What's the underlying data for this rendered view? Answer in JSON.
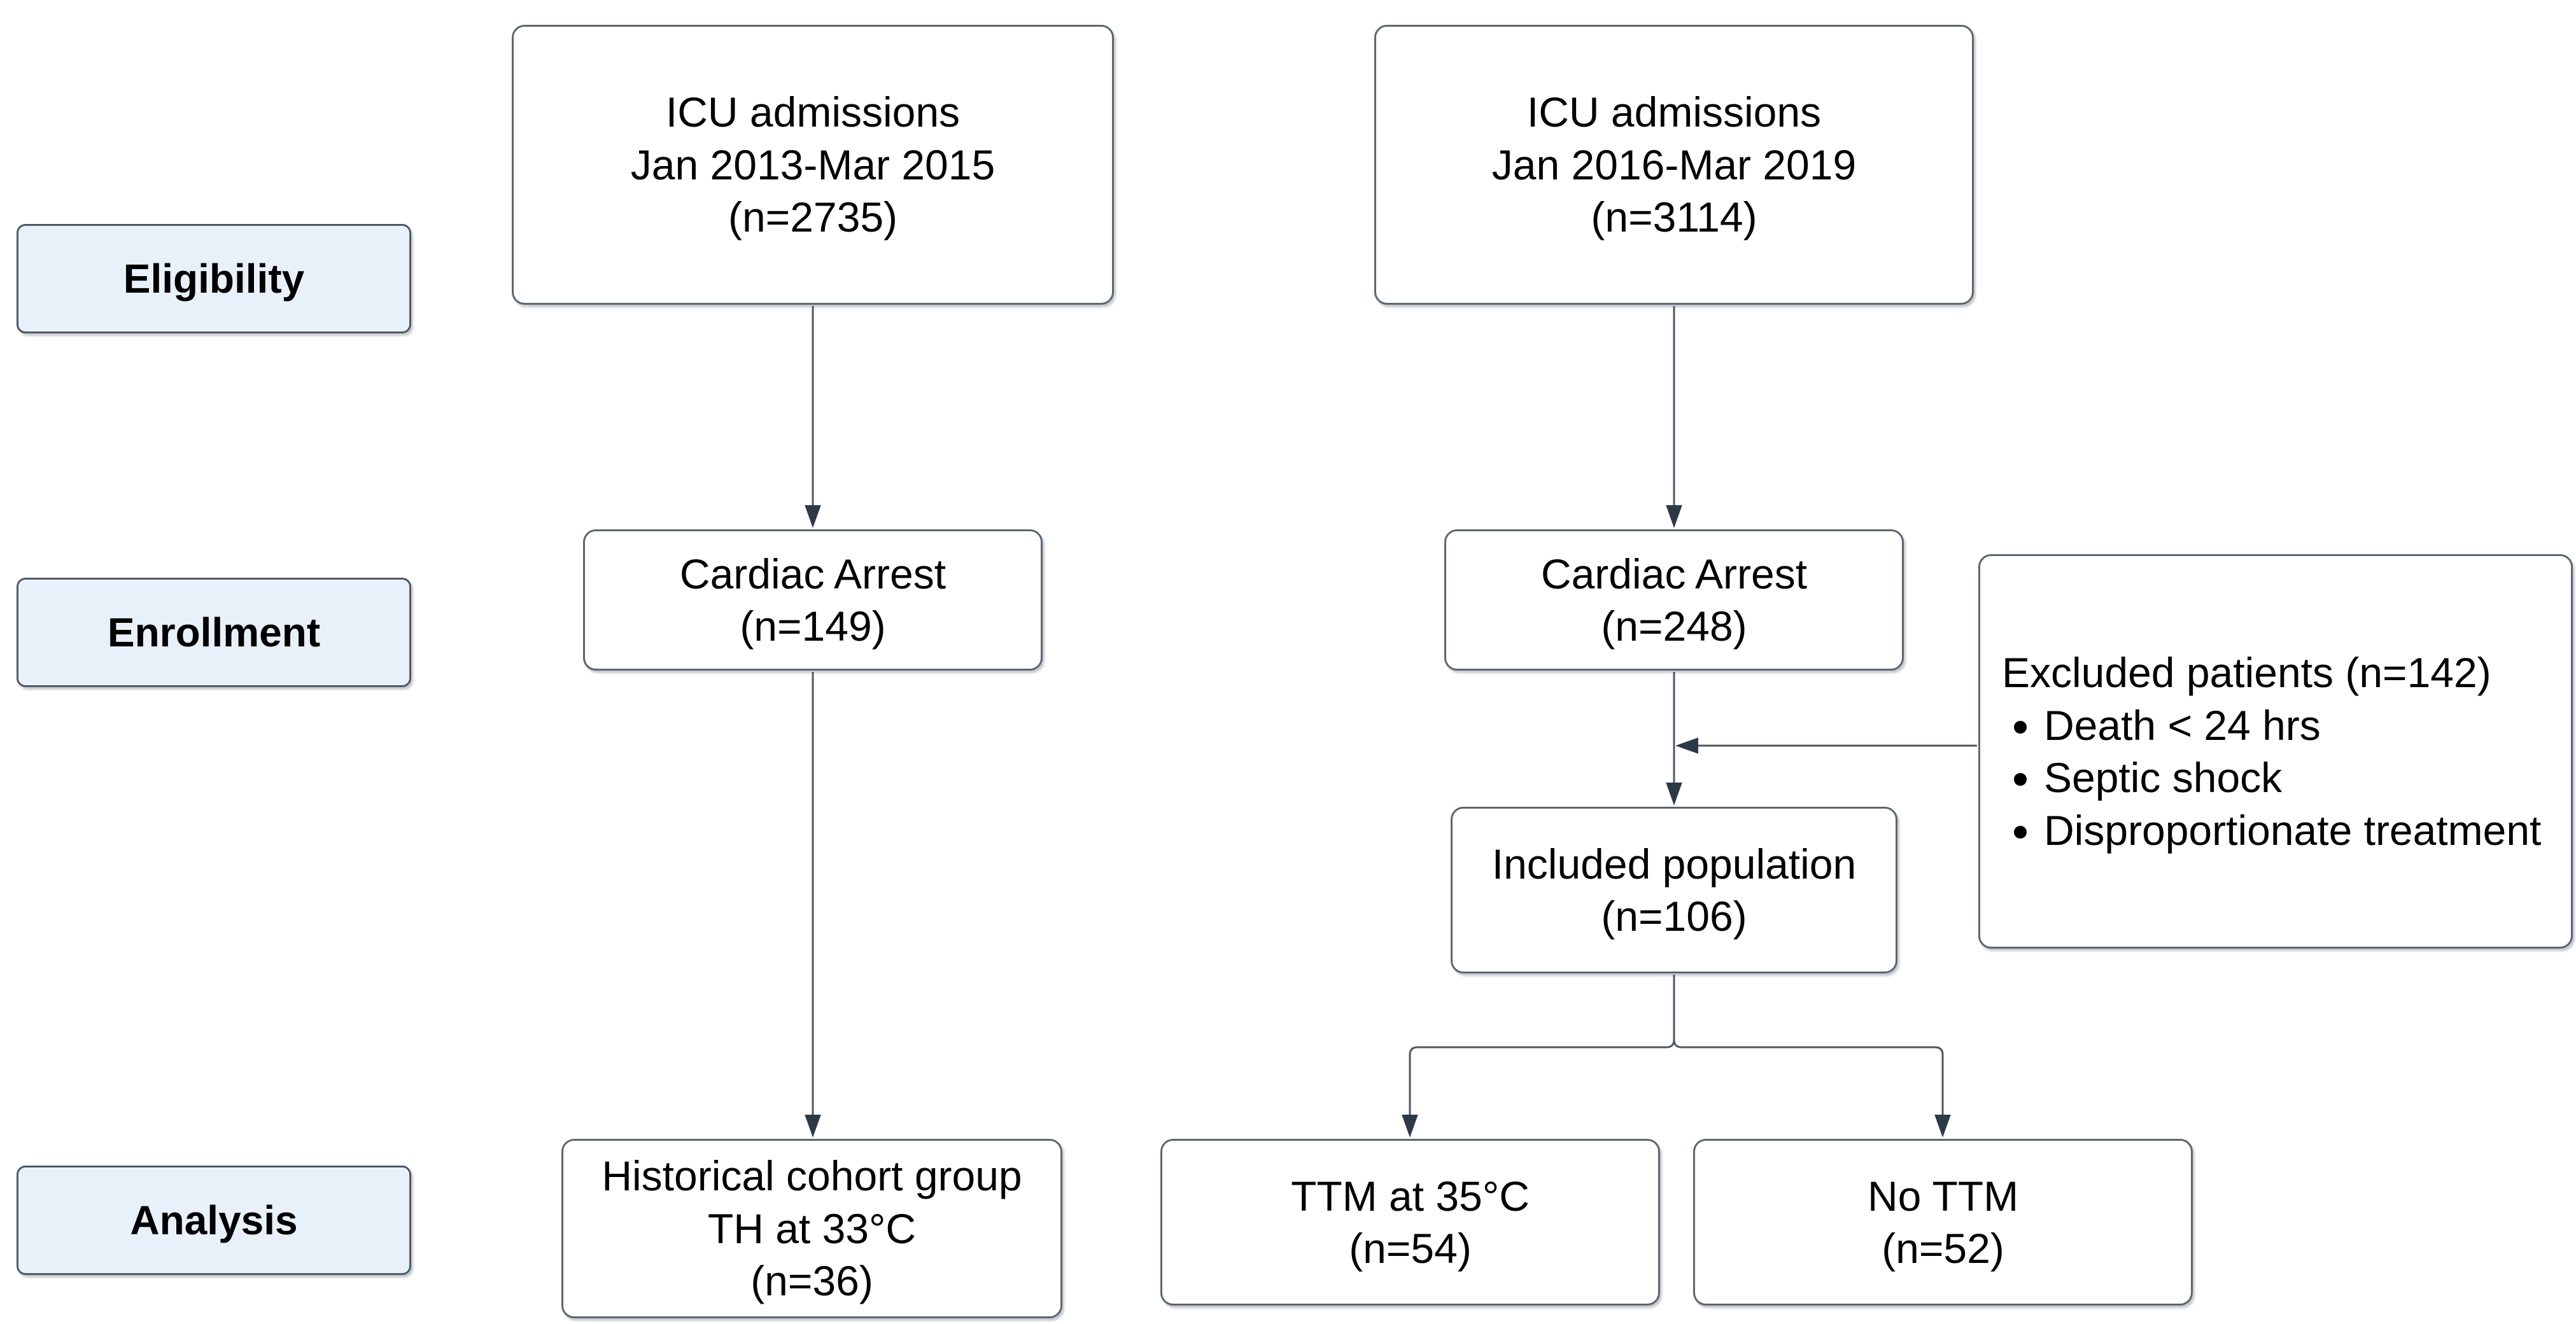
{
  "diagram": {
    "stages": [
      {
        "label": "Eligibility"
      },
      {
        "label": "Enrollment"
      },
      {
        "label": "Analysis"
      }
    ],
    "nodes": {
      "icu_left": {
        "lines": [
          "ICU admissions",
          "Jan 2013-Mar 2015",
          "(n=2735)"
        ]
      },
      "icu_right": {
        "lines": [
          "ICU admissions",
          "Jan 2016-Mar 2019",
          "(n=3114)"
        ]
      },
      "cardiac_left": {
        "lines": [
          "Cardiac Arrest",
          "(n=149)"
        ]
      },
      "cardiac_right": {
        "lines": [
          "Cardiac Arrest",
          "(n=248)"
        ]
      },
      "excluded": {
        "title": "Excluded patients (n=142)",
        "bullets": [
          "Death < 24 hrs",
          "Septic shock",
          "Disproportionate treatment"
        ]
      },
      "included": {
        "lines": [
          "Included population",
          "(n=106)"
        ]
      },
      "historical": {
        "lines": [
          "Historical cohort group",
          "TH at 33°C",
          "(n=36)"
        ]
      },
      "ttm": {
        "lines": [
          "TTM at 35°C",
          "(n=54)"
        ]
      },
      "no_ttm": {
        "lines": [
          "No TTM",
          "(n=52)"
        ]
      }
    },
    "colors": {
      "stage_fill": "#e8f1fa",
      "stage_border": "#4d5a66",
      "box_border": "#5c6670",
      "arrow": "#4e5865",
      "arrowhead": "#2e3947",
      "text": "#000000",
      "background": "#ffffff"
    }
  }
}
